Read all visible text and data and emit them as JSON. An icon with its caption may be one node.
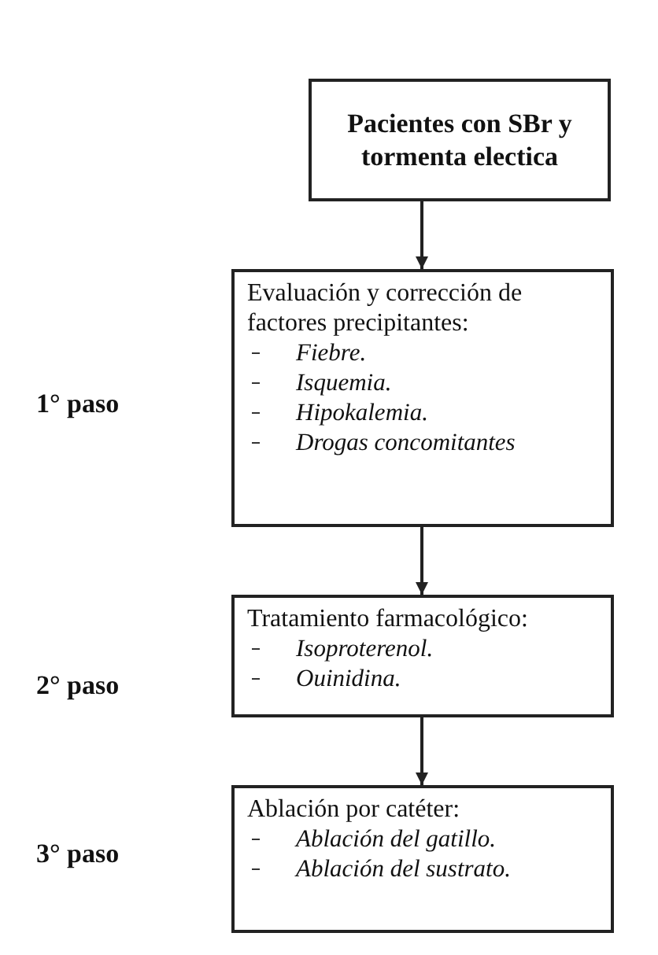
{
  "diagram": {
    "nodes": [
      {
        "text": [
          "Pacientes con SBr y tormenta electica"
        ]
      },
      {
        "text": [
          "Evaluación y corrección de factores precipitantes:",
          "Fiebre.",
          "Isquemia.",
          "Hipokalemia.",
          "Drogas concomitantes"
        ]
      },
      {
        "text": [
          "Tratamiento farmacológico:",
          "Isoproterenol.",
          "Ouinidina."
        ]
      },
      {
        "text": [
          "Ablación por catéter:",
          "Ablación del gatillo.",
          "Ablación del sustrato."
        ]
      }
    ],
    "edges": [
      {
        "from": 0,
        "to": 1,
        "arrow": "to"
      },
      {
        "from": 1,
        "to": 2,
        "arrow": "to"
      },
      {
        "from": 2,
        "to": 3,
        "arrow": "to"
      }
    ],
    "labels": [
      "1° paso",
      "2° paso",
      "3° paso"
    ]
  }
}
